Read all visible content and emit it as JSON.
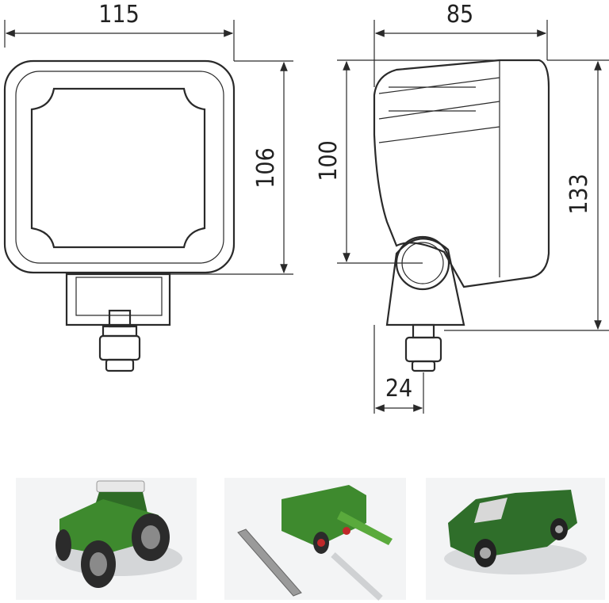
{
  "dimensions": {
    "front_width": "115",
    "front_height": "106",
    "side_depth": "85",
    "side_mount_height": "100",
    "side_total_height": "133",
    "mount_offset": "24"
  },
  "applications": [
    {
      "icon": "tractor-image"
    },
    {
      "icon": "combine-harvester-image"
    },
    {
      "icon": "pickup-truck-image"
    }
  ],
  "colors": {
    "line": "#2a2a2a",
    "vehicle_green": "#3e8a2e",
    "panel": "#f3f4f5"
  }
}
